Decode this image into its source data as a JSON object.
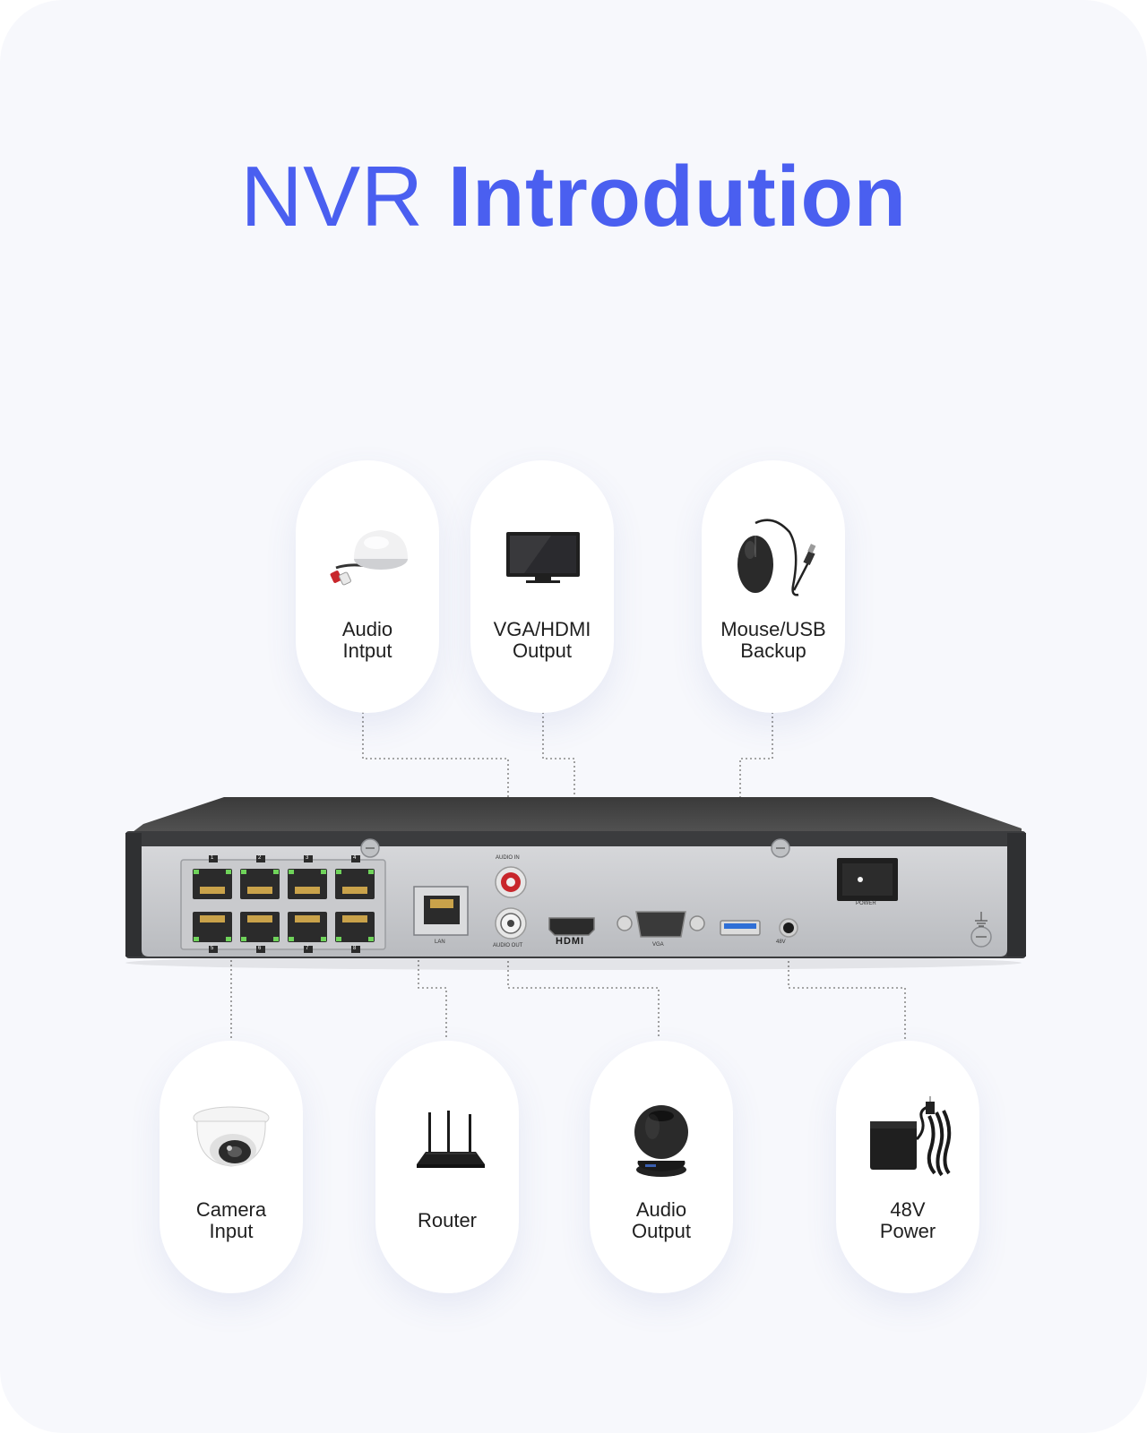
{
  "title": {
    "part1": "NVR",
    "part2": "Introdution"
  },
  "nodes": [
    {
      "id": "audio-input",
      "icon": "microphone-icon",
      "label1": "Audio",
      "label2": "Intput"
    },
    {
      "id": "vga-hdmi-output",
      "icon": "monitor-icon",
      "label1": "VGA/HDMI",
      "label2": "Output"
    },
    {
      "id": "mouse-usb-backup",
      "icon": "mouse-icon",
      "label1": "Mouse/USB",
      "label2": "Backup"
    },
    {
      "id": "camera-input",
      "icon": "dome-camera-icon",
      "label1": "Camera",
      "label2": "Input"
    },
    {
      "id": "router",
      "icon": "router-icon",
      "label1": "Router",
      "label2": ""
    },
    {
      "id": "audio-output",
      "icon": "speaker-icon",
      "label1": "Audio",
      "label2": "Output"
    },
    {
      "id": "48v-power",
      "icon": "power-adapter-icon",
      "label1": "48V",
      "label2": "Power"
    }
  ],
  "nvr_labels": {
    "audio_in": "AUDIO IN",
    "audio_out": "AUDIO OUT",
    "lan": "LAN",
    "hdmi": "HDMI",
    "vga": "VGA",
    "power": "POWER",
    "v48": "48V",
    "ports_top": [
      "1",
      "2",
      "3",
      "4"
    ],
    "ports_bottom": [
      "5",
      "6",
      "7",
      "8"
    ]
  }
}
